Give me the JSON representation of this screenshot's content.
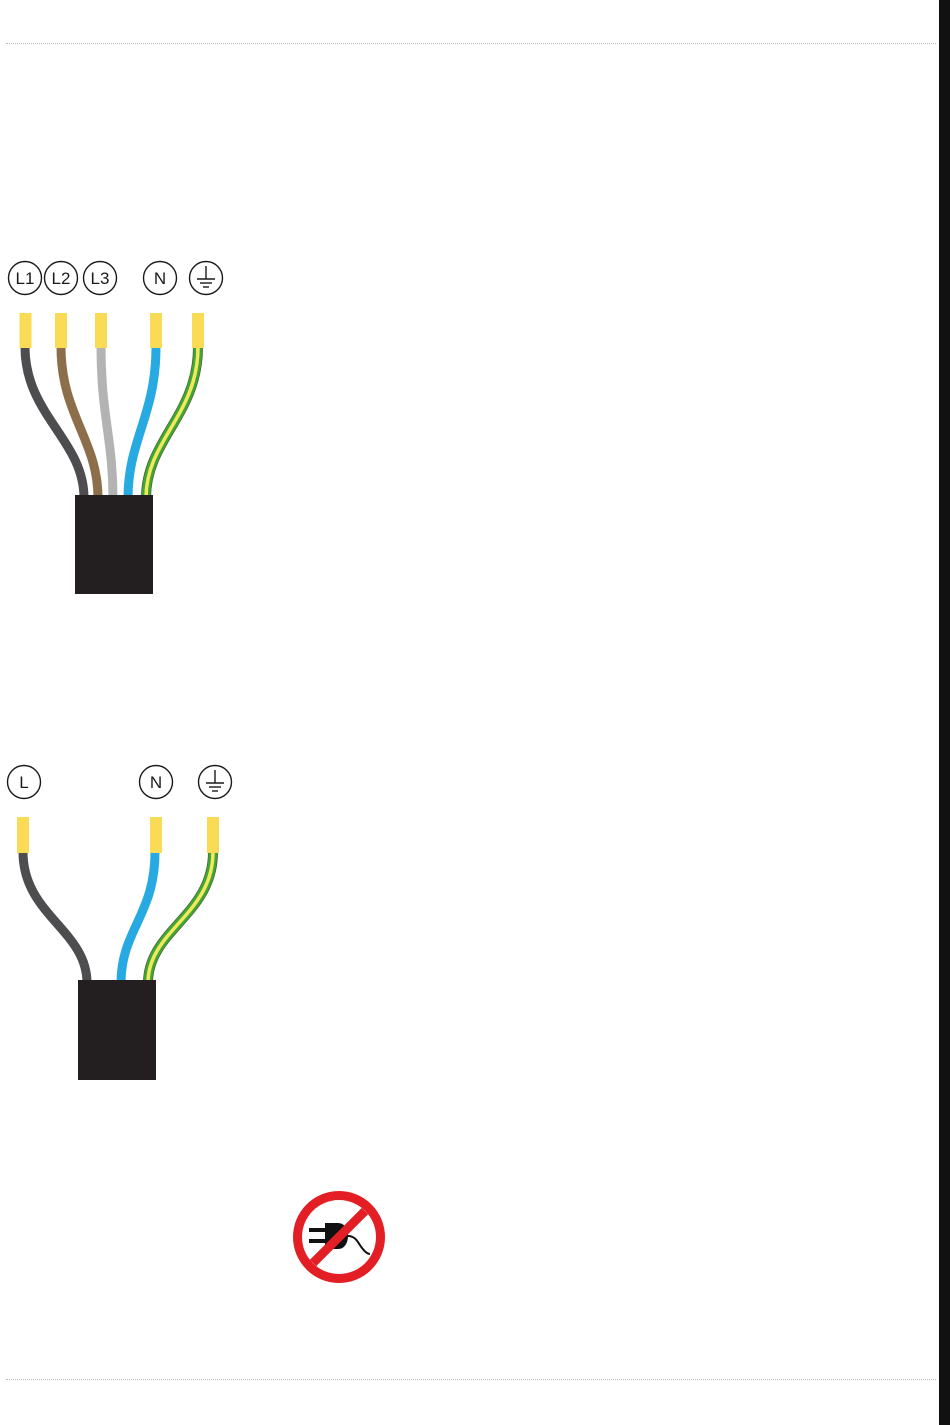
{
  "colors": {
    "page_edge_bar": "#111111",
    "sleeve": "#fadb56",
    "cable_jacket": "#231f20",
    "wire_black": "#4d4d4f",
    "wire_brown": "#8d6e4a",
    "wire_grey": "#b3b3b3",
    "wire_blue": "#27a9e1",
    "wire_earth_green": "#3ba935",
    "wire_earth_yellow": "#f4e85a",
    "prohibition_red": "#e31e24",
    "rule": "#b9b9b9"
  },
  "three_phase": {
    "labels": [
      "L1",
      "L2",
      "L3",
      "N"
    ],
    "earth_icon": "earth-ground-icon",
    "wires": [
      "black",
      "brown",
      "grey",
      "blue",
      "green-yellow"
    ]
  },
  "single_phase": {
    "labels": [
      "L",
      "N"
    ],
    "earth_icon": "earth-ground-icon",
    "wires": [
      "black",
      "blue",
      "green-yellow"
    ]
  },
  "warning": {
    "icon": "do-not-plug-in-icon"
  }
}
